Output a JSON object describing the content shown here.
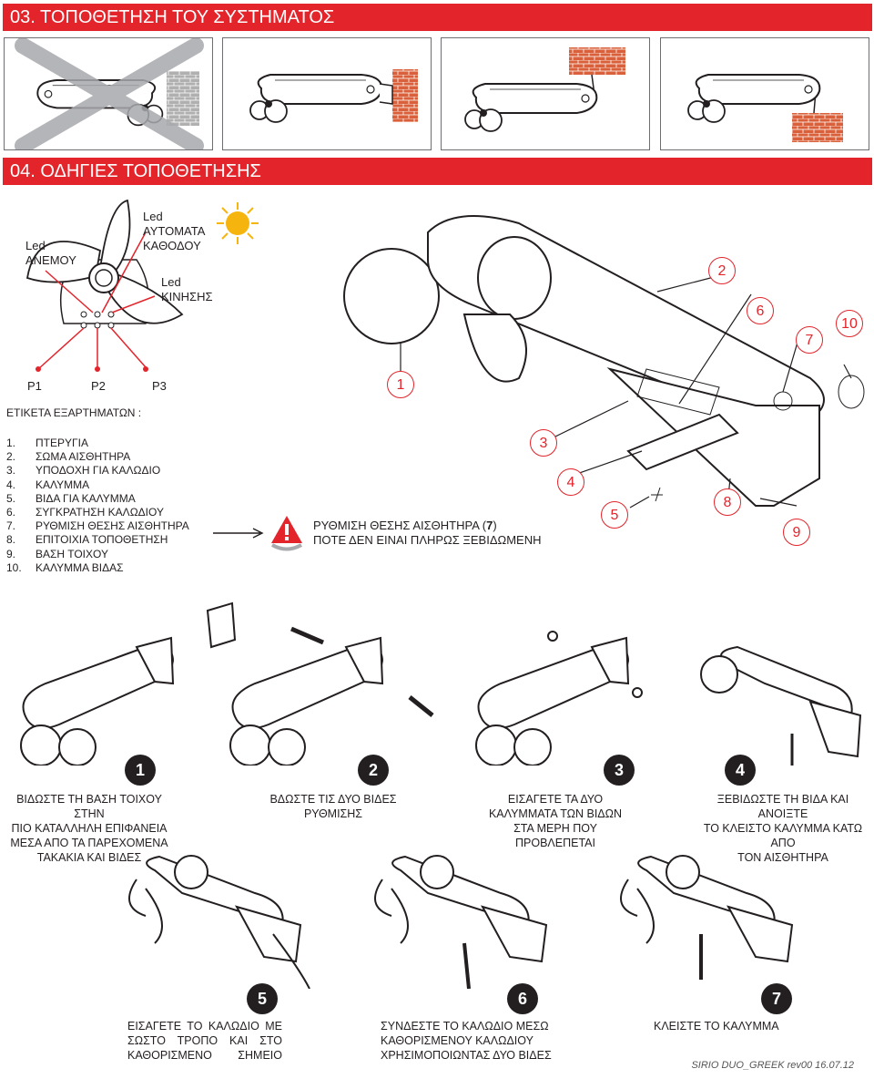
{
  "section3": {
    "title": "03. ΤΟΠΟΘΕΤΗΣΗ ΤΟΥ ΣΥΣΤΗΜΑΤΟΣ"
  },
  "section4": {
    "title": "04. ΟΔΗΓΙΕΣ ΤΟΠΟΘΕΤΗΣΗΣ"
  },
  "leds": {
    "wind_1": "Led",
    "wind_2": "ΑΝΕΜΟΥ",
    "auto_1": "Led",
    "auto_2": "ΑΥΤΟΜΑΤΑ",
    "auto_3": "ΚΑΘΟΔΟΥ",
    "motion_1": "Led",
    "motion_2": "ΚΙΝΗΣΗΣ",
    "p1": "P1",
    "p2": "P2",
    "p3": "P3"
  },
  "labels_title": "ΕΤΙΚΕΤΑ ΕΞΑΡΤΗΜΑΤΩΝ :",
  "parts": [
    {
      "n": "1.",
      "name": "ΠΤΕΡΥΓΙΑ"
    },
    {
      "n": "2.",
      "name": "ΣΩΜΑ ΑΙΣΘΗΤΗΡΑ"
    },
    {
      "n": "3.",
      "name": "ΥΠΟΔΟΧΗ ΓΙΑ ΚΑΛΩΔΙΟ"
    },
    {
      "n": "4.",
      "name": "ΚΑΛΥΜΜΑ"
    },
    {
      "n": "5.",
      "name": "ΒΙΔΑ ΓΙΑ ΚΑΛΥΜΜΑ"
    },
    {
      "n": "6.",
      "name": "ΣΥΓΚΡΑΤΗΣΗ ΚΑΛΩΔΙΟΥ"
    },
    {
      "n": "7.",
      "name": "ΡΥΘΜΙΣΗ ΘΕΣΗΣ ΑΙΣΘΗΤΗΡΑ"
    },
    {
      "n": "8.",
      "name": "ΕΠΙΤΟΙΧΙΑ ΤΟΠΟΘΕΤΗΣΗ"
    },
    {
      "n": "9.",
      "name": "ΒΑΣΗ ΤΟΙΧΟΥ"
    },
    {
      "n": "10.",
      "name": "ΚΑΛΥΜΜΑ ΒΙΔΑΣ"
    }
  ],
  "warning": {
    "line1_a": "ΡΥΘΜΙΣΗ ΘΕΣΗΣ ΑΙΣΘΗΤΗΡΑ (",
    "line1_b": "7",
    "line1_c": ")",
    "line2": "ΠΟΤΕ ΔΕΝ ΕΙΝΑΙ ΠΛΗΡΩΣ ΞΕΒΙΔΩΜΕΝΗ"
  },
  "callouts": {
    "c1": "1",
    "c2": "2",
    "c3": "3",
    "c4": "4",
    "c5": "5",
    "c6": "6",
    "c7": "7",
    "c8": "8",
    "c9": "9",
    "c10": "10"
  },
  "steps": [
    {
      "num": "1",
      "text_1": "ΒΙΔΩΣΤΕ ΤΗ ΒΑΣΗ ΤΟΙΧΟΥ ΣΤΗΝ",
      "text_2": "ΠΙΟ ΚΑΤΑΛΛΗΛΗ ΕΠΙΦΑΝΕΙΑ",
      "text_3": "ΜΕΣΑ ΑΠΟ ΤΑ ΠΑΡΕΧΟΜΕΝΑ",
      "text_4": "ΤΑΚΑΚΙΑ ΚΑΙ ΒΙΔΕΣ"
    },
    {
      "num": "2",
      "text_1": "ΒΔΩΣΤΕ ΤΙΣ ΔΥΟ ΒΙΔΕΣ",
      "text_2": "ΡΥΘΜΙΣΗΣ"
    },
    {
      "num": "3",
      "text_1": "ΕΙΣΑΓΕΤΕ ΤΑ ΔΥΟ",
      "text_2": "ΚΑΛΥΜΜΑΤΑ ΤΩΝ ΒΙΔΩΝ",
      "text_3": "ΣΤΑ ΜΕΡΗ ΠΟΥ",
      "text_4": "ΠΡΟΒΛΕΠΕΤΑΙ"
    },
    {
      "num": "4",
      "text_1": "ΞΕΒΙΔΩΣΤΕ ΤΗ ΒΙΔΑ ΚΑΙ ΑΝΟΙΞΤΕ",
      "text_2": "ΤΟ ΚΛΕΙΣΤΟ ΚΑΛΥΜΜΑ ΚΑΤΩ ΑΠΟ",
      "text_3": "ΤΟΝ ΑΙΣΘΗΤΗΡΑ"
    },
    {
      "num": "5",
      "text_1": "ΕΙΣΑΓΕΤΕ ΤΟ ΚΑΛΩΔΙΟ ΜΕ",
      "text_2": "ΣΩΣΤΟ ΤΡΟΠΟ ΚΑΙ ΣΤΟ",
      "text_3": "ΚΑΘΟΡΙΣΜΕΝΟ ΣΗΜΕΙΟ"
    },
    {
      "num": "6",
      "text_1": "ΣΥΝΔΕΣΤΕ ΤΟ ΚΑΛΩΔΙΟ ΜΕΣΩ",
      "text_2": "ΚΑΘΟΡΙΣΜΕΝΟΥ ΚΑΛΩΔΙΟΥ",
      "text_3": "ΧΡΗΣΙΜΟΠΟΙΩΝΤΑΣ ΔΥΟ ΒΙΔΕΣ"
    },
    {
      "num": "7",
      "text_1": "ΚΛΕΙΣΤΕ ΤΟ ΚΑΛΥΜΜΑ"
    }
  ],
  "footer": "SIRIO DUO_GREEK rev00 16.07.12",
  "colors": {
    "accent": "#e3242b",
    "brick": "#d9603b",
    "ink": "#231f20"
  }
}
